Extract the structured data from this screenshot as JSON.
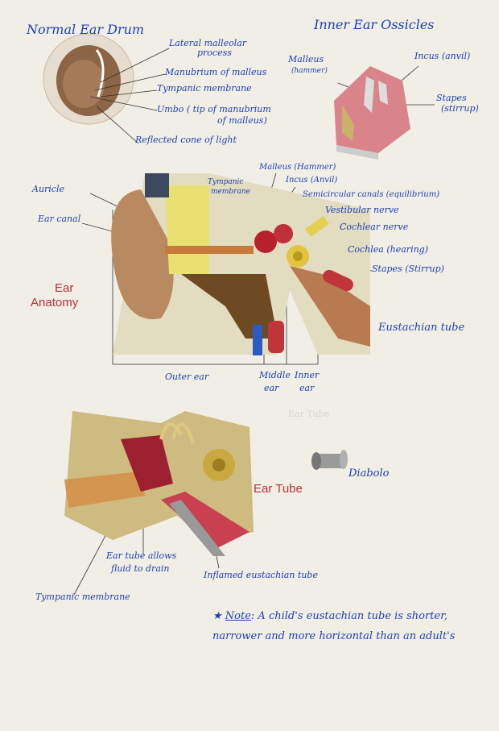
{
  "eardrum": {
    "title": "Normal Ear Drum",
    "labels": [
      "Lateral malleolar",
      "process",
      "Manubrium of malleus",
      "Tympanic membrane",
      "Umbo ( tip of manubrium",
      "of malleus)",
      "Reflected cone of light"
    ]
  },
  "ossicles": {
    "title": "Inner Ear Ossicles",
    "labels": [
      "Malleus",
      "(hammer)",
      "Incus (anvil)",
      "Stapes",
      "(stirrup)"
    ]
  },
  "anatomy": {
    "title_1": "Ear",
    "title_2": "Anatomy",
    "labels": [
      "Auricle",
      "Ear canal",
      "Tympanic",
      "membrane",
      "Malleus (Hammer)",
      "Incus (Anvil)",
      "Semicircular canals (equilibrium)",
      "Vestibular nerve",
      "Cochlear nerve",
      "Cochlea (hearing)",
      "Stapes (Stirrup)",
      "Eustachian tube"
    ],
    "sections": [
      "Outer ear",
      "Middle",
      "ear",
      "Inner",
      "ear"
    ]
  },
  "eartube": {
    "title": "Ear Tube",
    "faint": "Ear Tube",
    "diabolo": "Diabolo",
    "labels": [
      "Ear tube allows",
      "fluid to drain",
      "Inflamed eustachian tube",
      "Tympanic membrane"
    ]
  },
  "note": {
    "label": "Note",
    "text": ": A child's eustachian tube is shorter, narrower and more horizontal than an adult's"
  }
}
